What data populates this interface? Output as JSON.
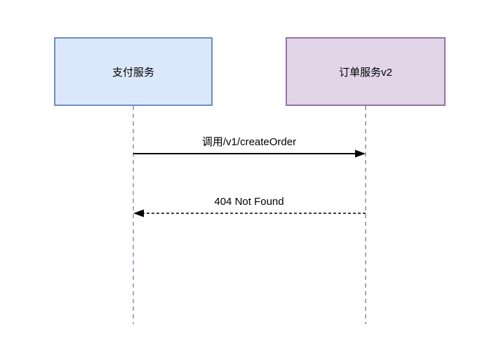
{
  "diagram": {
    "type": "sequence-diagram",
    "background": "#ffffff",
    "participants": [
      {
        "id": "payment-service",
        "label": "支付服务",
        "fill": "#dbe8fc",
        "stroke": "#6c8ebf"
      },
      {
        "id": "order-service-v2",
        "label": "订单服务v2",
        "fill": "#e1d5e7",
        "stroke": "#9673a6"
      }
    ],
    "messages": [
      {
        "label": "调用/v1/createOrder",
        "from": "支付服务",
        "to": "订单服务v2",
        "line": "solid",
        "color": "#000000"
      },
      {
        "label": "404 Not Found",
        "from": "订单服务v2",
        "to": "支付服务",
        "line": "dashed",
        "color": "#000000"
      }
    ]
  }
}
